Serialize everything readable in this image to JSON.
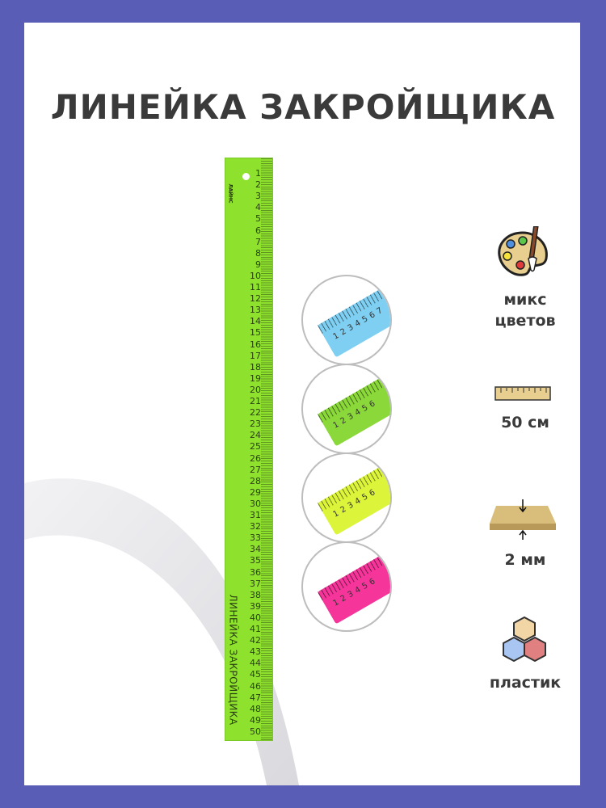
{
  "title": "ЛИНЕЙКА ЗАКРОЙЩИКА",
  "ruler": {
    "color": "#8ee22e",
    "numbers": [
      1,
      2,
      3,
      4,
      5,
      6,
      7,
      8,
      9,
      10,
      11,
      12,
      13,
      14,
      15,
      16,
      17,
      18,
      19,
      20,
      21,
      22,
      23,
      24,
      25,
      26,
      27,
      28,
      29,
      30,
      31,
      32,
      33,
      34,
      35,
      36,
      37,
      38,
      39,
      40,
      41,
      42,
      43,
      44,
      45,
      46,
      47,
      48,
      49,
      50
    ],
    "brand": "ЛАЙНС",
    "printed_text": "ЛИНЕЙКА ЗАКРОЙЩИКА"
  },
  "variants": [
    {
      "color": "#7fcff2",
      "numbers": "1234567"
    },
    {
      "color": "#8ad83a",
      "numbers": "123456"
    },
    {
      "color": "#dcf53a",
      "numbers": "123456"
    },
    {
      "color": "#f5359a",
      "numbers": "123456"
    }
  ],
  "features": [
    {
      "icon": "palette-icon",
      "label_line1": "микс",
      "label_line2": "цветов"
    },
    {
      "icon": "ruler-icon",
      "label": "50 см"
    },
    {
      "icon": "thickness-icon",
      "label": "2 мм"
    },
    {
      "icon": "hexagons-icon",
      "label": "пластик"
    }
  ]
}
